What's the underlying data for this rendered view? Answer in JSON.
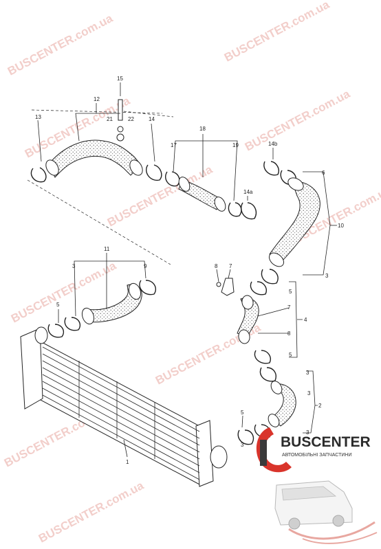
{
  "watermark": {
    "text": "BUSCENTER.com.ua",
    "color": "#e8a7a0"
  },
  "logo": {
    "brand": "BUSCENTER",
    "tagline": "АВТОМОБІЛЬНІ ЗАПЧАСТИНИ",
    "accent_color": "#d9342b"
  },
  "callouts": {
    "c1": "1",
    "c2": "2",
    "c3a": "3",
    "c3b": "3",
    "c3c": "3",
    "c3d": "3",
    "c3e": "3",
    "c3f": "3",
    "c4": "4",
    "c5a": "5",
    "c5b": "5",
    "c5c": "5",
    "c5d": "5",
    "c6": "6",
    "c7a": "7",
    "c7b": "7",
    "c8a": "8",
    "c8b": "8",
    "c9": "9",
    "c10": "10",
    "c11": "11",
    "c12": "12",
    "c13": "13",
    "c14": "14",
    "c14a": "14a",
    "c14b": "14b",
    "c15": "15",
    "c17": "17",
    "c18": "18",
    "c19": "19",
    "c21": "21",
    "c22": "22"
  }
}
